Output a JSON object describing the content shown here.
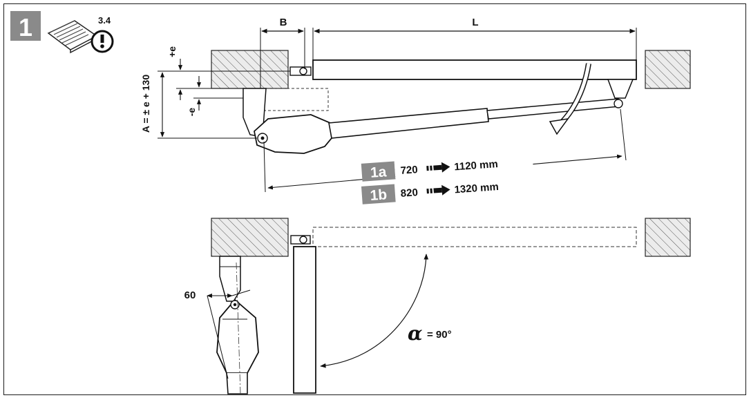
{
  "step_badge": {
    "number": "1",
    "color": "#8a8a8a"
  },
  "manual_reference": {
    "section": "3.4",
    "icon": "manual-warning-icon"
  },
  "dimensions": {
    "B": "B",
    "L": "L",
    "plus_e": "+e",
    "minus_e": "-e",
    "A_formula": "A = ± e + 130",
    "clearance": "60"
  },
  "variants": [
    {
      "badge": "1a",
      "from": "720",
      "to": "1120 mm"
    },
    {
      "badge": "1b",
      "from": "820",
      "to": "1320 mm"
    }
  ],
  "angle": {
    "symbol": "α",
    "value": "= 90°"
  },
  "colors": {
    "badge_gray": "#8a8a8a",
    "line": "#1a1a1a",
    "hatch": "#555555"
  }
}
